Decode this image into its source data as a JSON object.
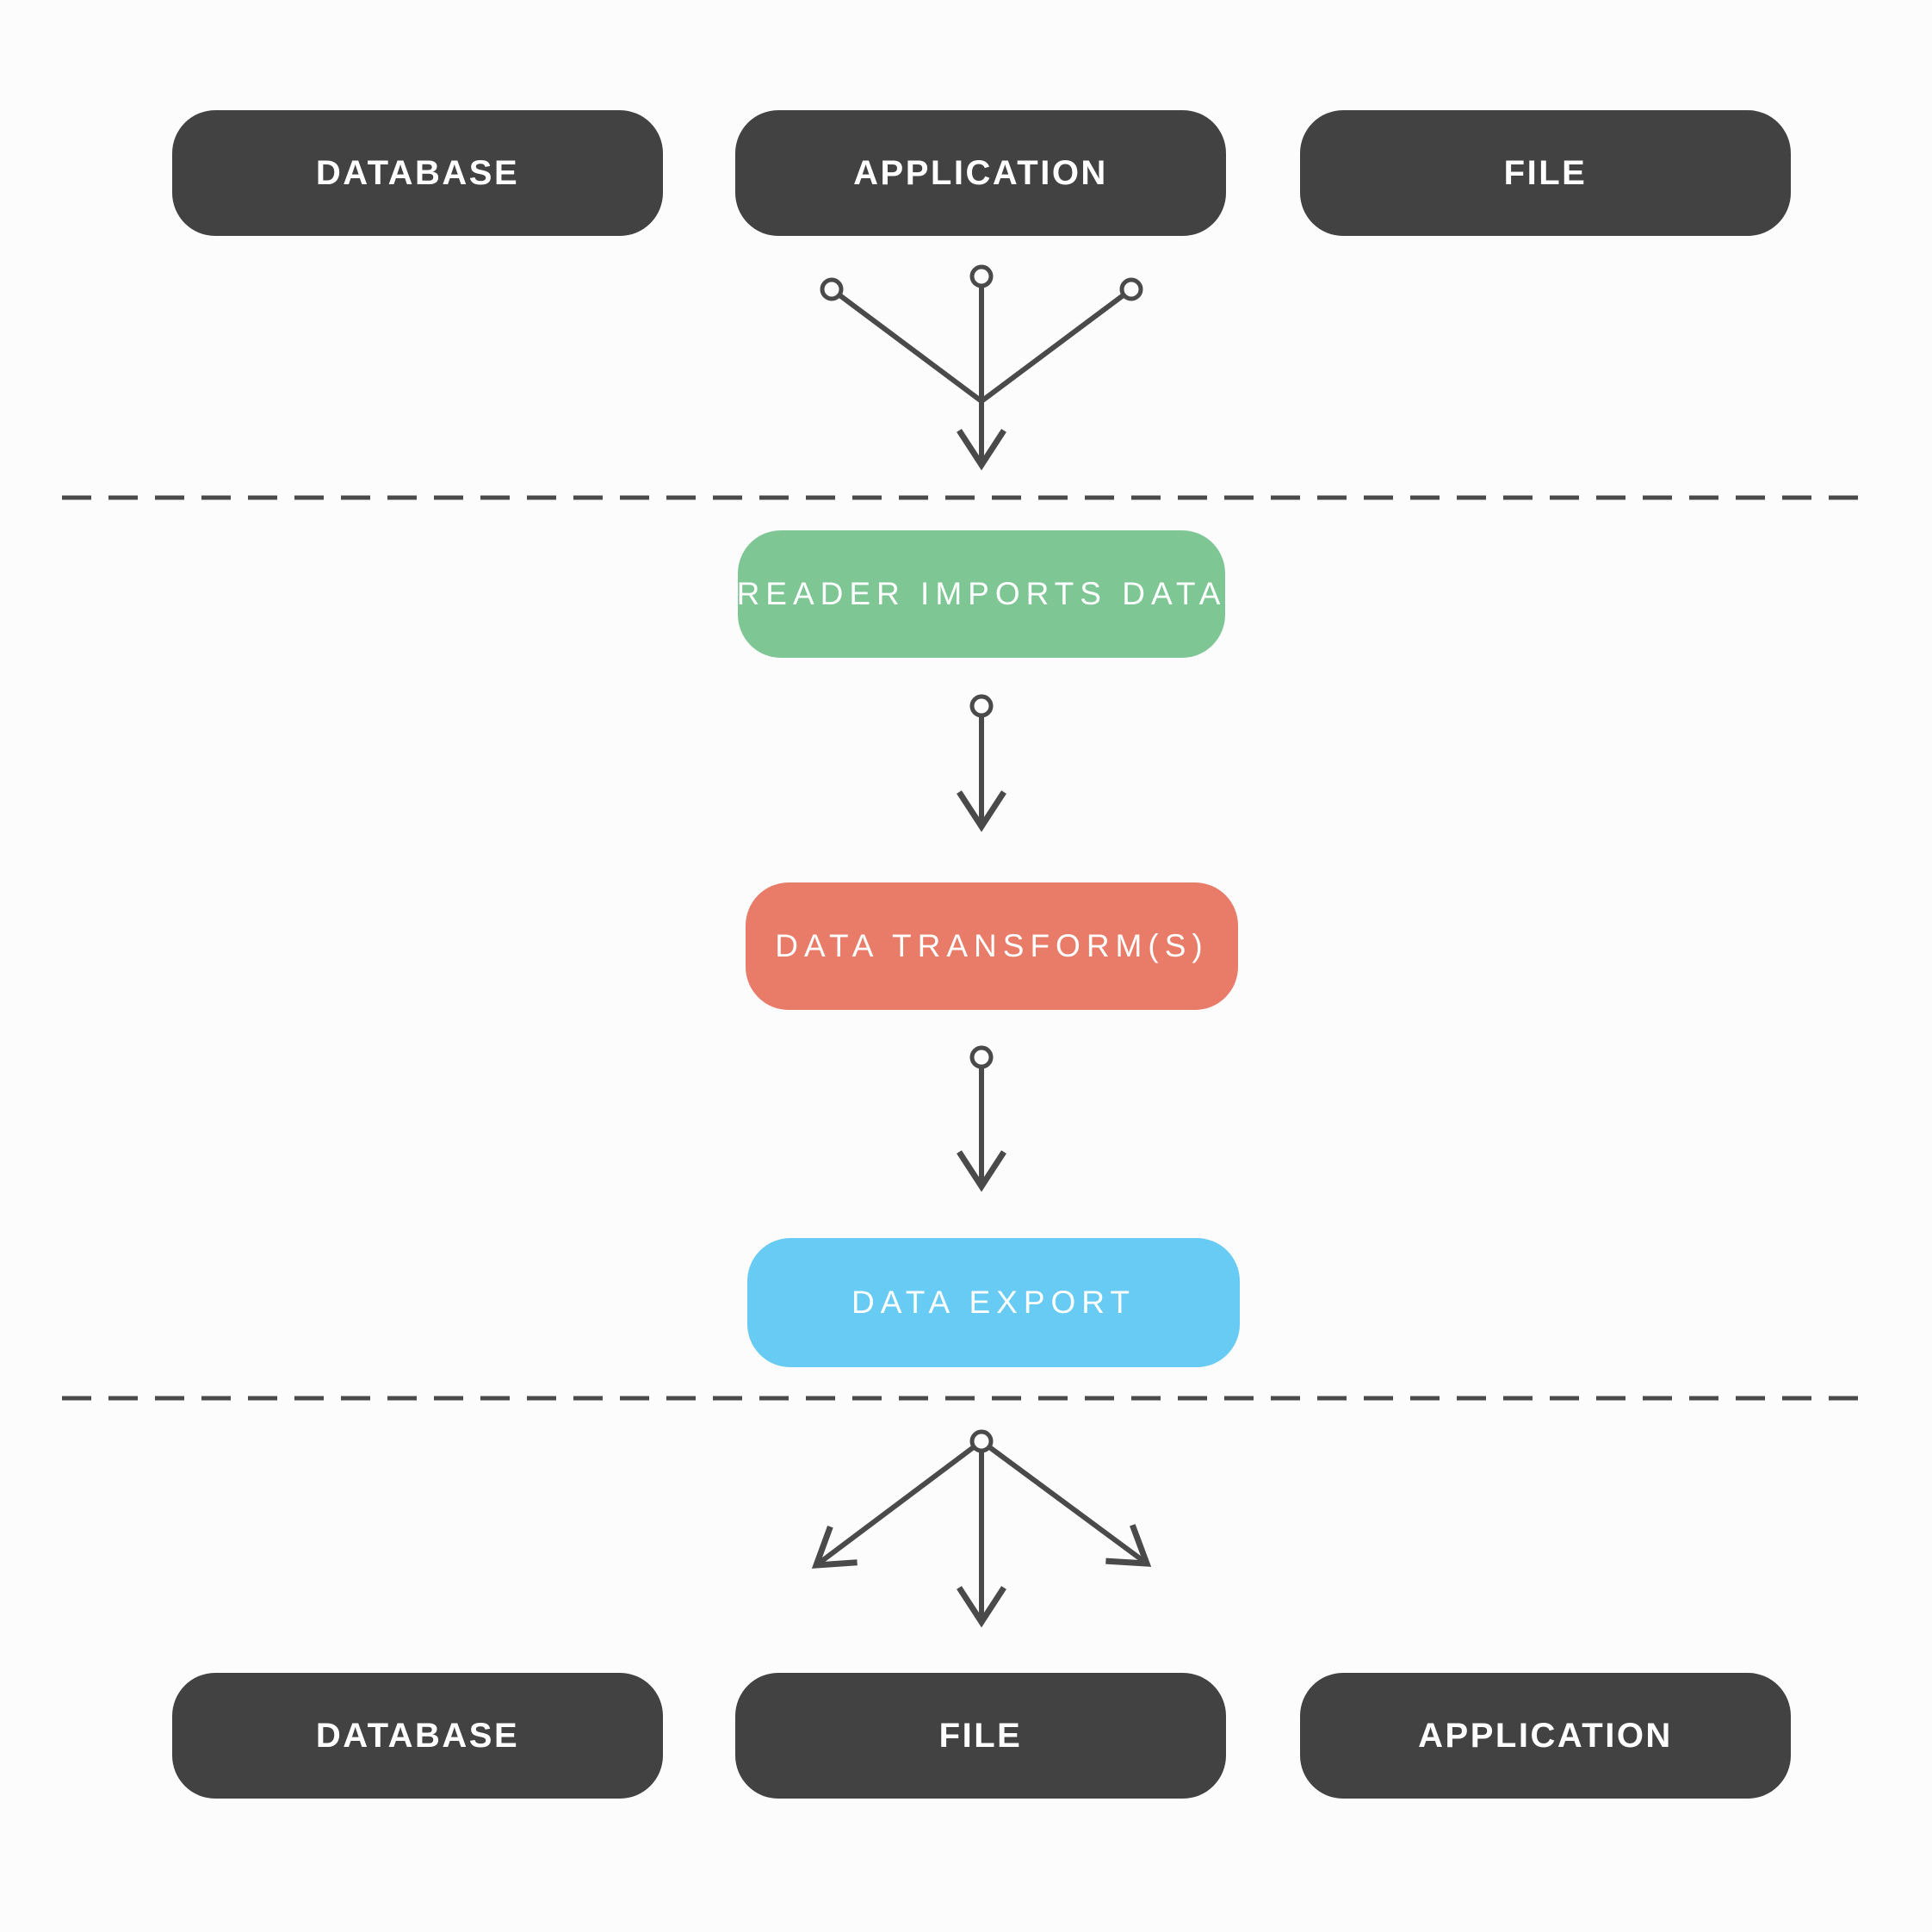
{
  "diagram": {
    "sources": [
      {
        "label": "DATABASE"
      },
      {
        "label": "APPLICATION"
      },
      {
        "label": "FILE"
      }
    ],
    "stages": [
      {
        "label": "READER IMPORTS DATA",
        "color": "#7ec795"
      },
      {
        "label": "DATA TRANSFORM(S)",
        "color": "#e87c68"
      },
      {
        "label": "DATA EXPORT",
        "color": "#67cbf3"
      }
    ],
    "destinations": [
      {
        "label": "DATABASE"
      },
      {
        "label": "FILE"
      },
      {
        "label": "APPLICATION"
      }
    ],
    "colors": {
      "background": "#fcfcfc",
      "node": "#424242",
      "text": "#ffffff",
      "connector": "#4a4a4a"
    }
  }
}
